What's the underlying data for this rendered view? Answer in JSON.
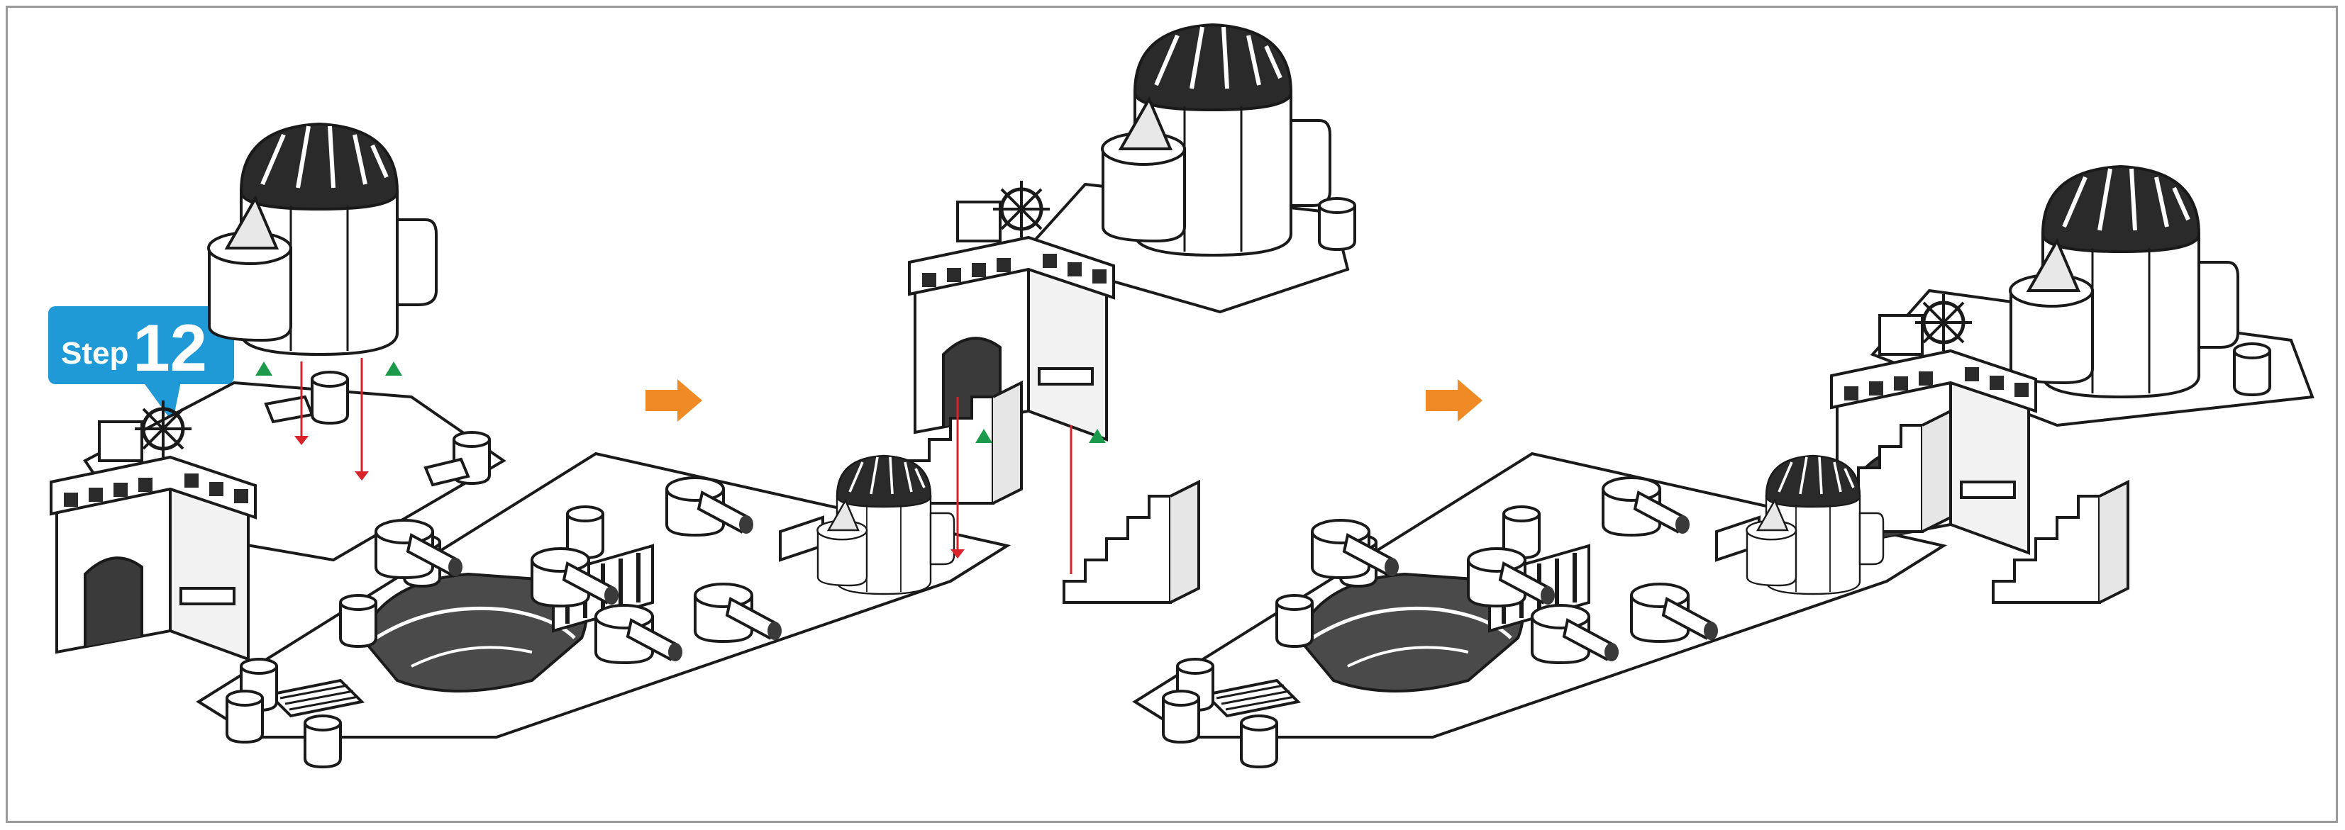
{
  "step": {
    "word": "Step",
    "number": "12"
  },
  "colors": {
    "badge": "#1f9ad6",
    "arrow": "#f08a24",
    "marker": "#1a9a4a",
    "guide": "#d8232a",
    "outline": "#1a1a1a",
    "part_fill": "#ffffff",
    "shade": "#cfcfcf"
  },
  "panels": [
    {
      "id": "left",
      "description_icon": "parts-before-assembly-icon"
    },
    {
      "id": "middle",
      "description_icon": "ship-with-bridge-placing-tower-icon"
    },
    {
      "id": "right",
      "description_icon": "completed-ship-icon"
    }
  ],
  "flow": [
    "arrow-right-icon",
    "arrow-right-icon"
  ]
}
